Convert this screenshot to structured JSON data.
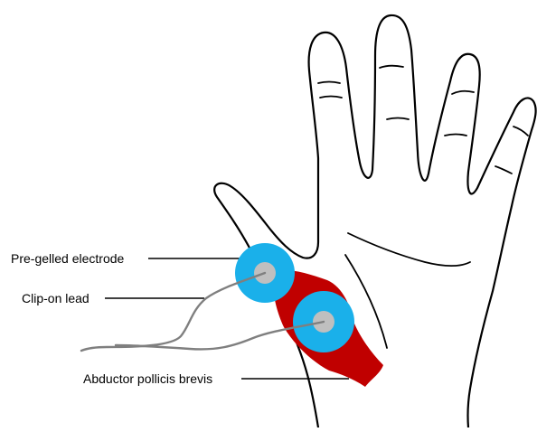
{
  "labels": {
    "electrode": "Pre-gelled electrode",
    "lead": "Clip-on lead",
    "muscle": "Abductor pollicis brevis"
  },
  "colors": {
    "outline": "#000000",
    "muscle": "#c00000",
    "electrode_pad": "#1ab0ea",
    "electrode_snap": "#bfbfbf",
    "lead_wire": "#7f7f7f",
    "leader_line": "#000000"
  }
}
